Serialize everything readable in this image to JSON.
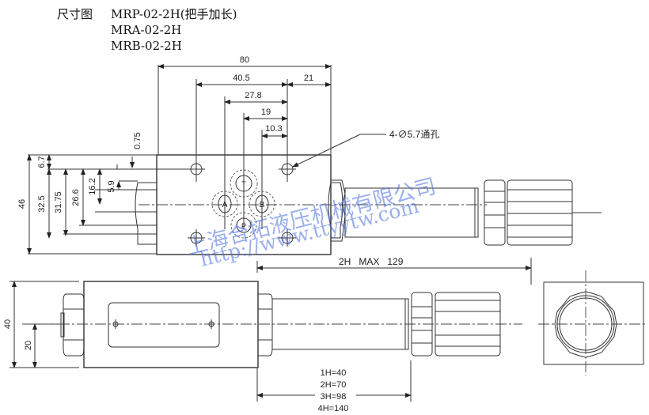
{
  "title": {
    "label": "尺寸图",
    "models": [
      "MRP-02-2H(把手加长)",
      "MRA-02-2H",
      "MRB-02-2H"
    ]
  },
  "top_view": {
    "horizontal_dims": [
      "80",
      "40.5",
      "21",
      "27.8",
      "19",
      "10.3"
    ],
    "vertical_dims": [
      "46",
      "6.7",
      "32.5",
      "31.75",
      "26.6",
      "16.2",
      "5.9",
      "0.75"
    ],
    "hole_callout": "4-∅5.7通孔",
    "port_labels": [
      "T",
      "A",
      "B",
      "P"
    ],
    "length_dim": "2H   MAX   129"
  },
  "side_view": {
    "vertical_dims": [
      "40",
      "20"
    ],
    "h_values": [
      "1H=40",
      "2H=70",
      "3H=98",
      "4H=140"
    ]
  },
  "end_view": {
    "icon": "knob-end-view-icon"
  },
  "watermark": {
    "company": "上海合拓液压机械有限公司",
    "url": "http://www.ttyytw.com"
  },
  "colors": {
    "line": "#333333",
    "watermark": "#4a6fe0"
  }
}
